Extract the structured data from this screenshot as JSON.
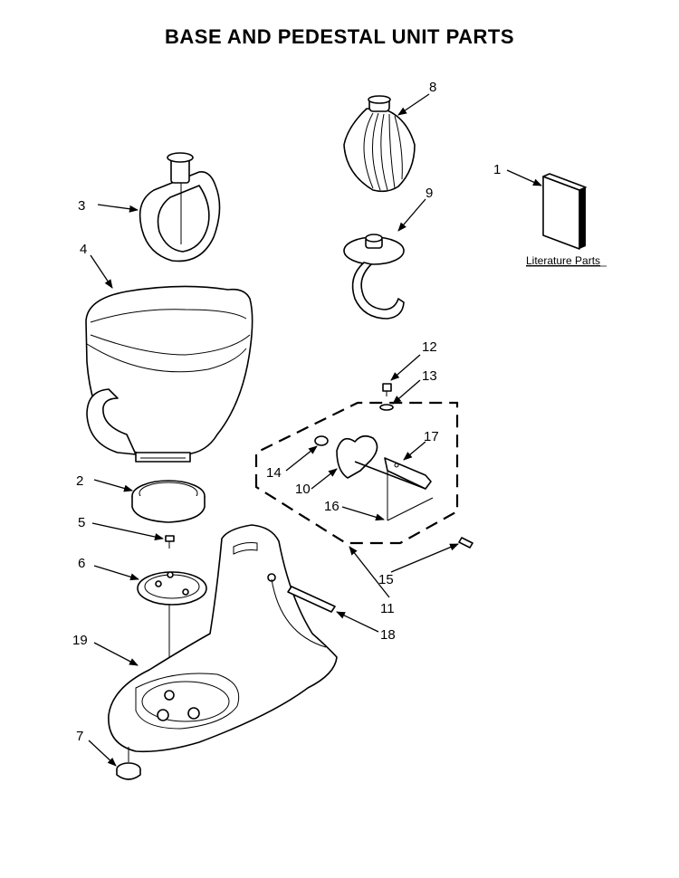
{
  "title": "BASE AND PEDESTAL UNIT PARTS",
  "callouts": {
    "c1": "1",
    "c2": "2",
    "c3": "3",
    "c4": "4",
    "c5": "5",
    "c6": "6",
    "c7": "7",
    "c8": "8",
    "c9": "9",
    "c10": "10",
    "c11": "11",
    "c12": "12",
    "c13": "13",
    "c14": "14",
    "c15": "15",
    "c16": "16",
    "c17": "17",
    "c18": "18",
    "c19": "19"
  },
  "literature_label": "Literature Parts"
}
